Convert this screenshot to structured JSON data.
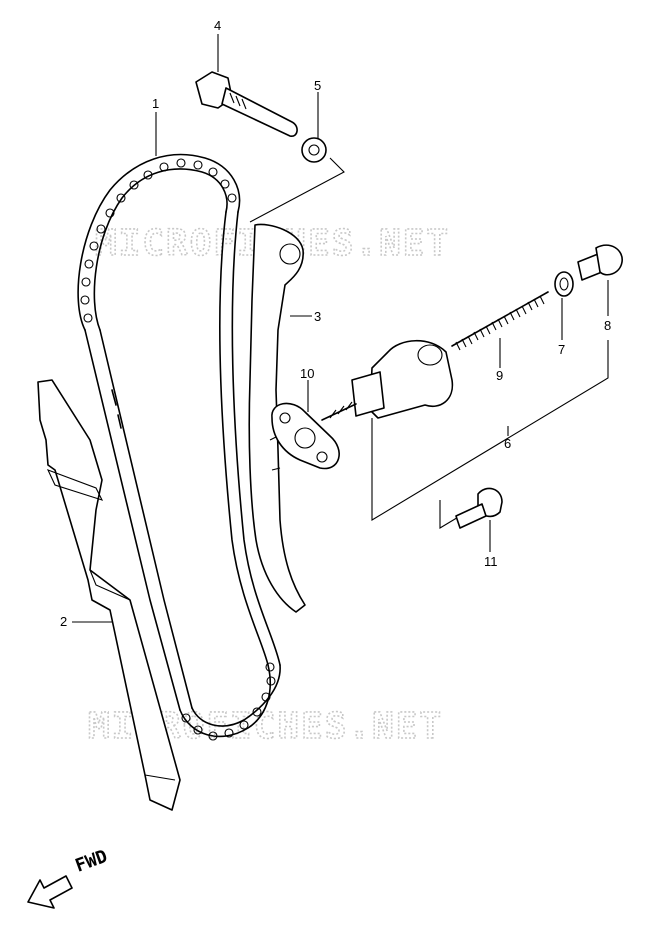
{
  "diagram": {
    "callouts": [
      {
        "id": "1",
        "label": "1"
      },
      {
        "id": "2",
        "label": "2"
      },
      {
        "id": "3",
        "label": "3"
      },
      {
        "id": "4",
        "label": "4"
      },
      {
        "id": "5",
        "label": "5"
      },
      {
        "id": "6",
        "label": "6"
      },
      {
        "id": "7",
        "label": "7"
      },
      {
        "id": "8",
        "label": "8"
      },
      {
        "id": "9",
        "label": "9"
      },
      {
        "id": "10",
        "label": "10"
      },
      {
        "id": "11",
        "label": "11"
      }
    ],
    "direction_label": "FWD",
    "watermarks": [
      "MICROFICHES.NET",
      "MICROFICHES.NET"
    ]
  }
}
